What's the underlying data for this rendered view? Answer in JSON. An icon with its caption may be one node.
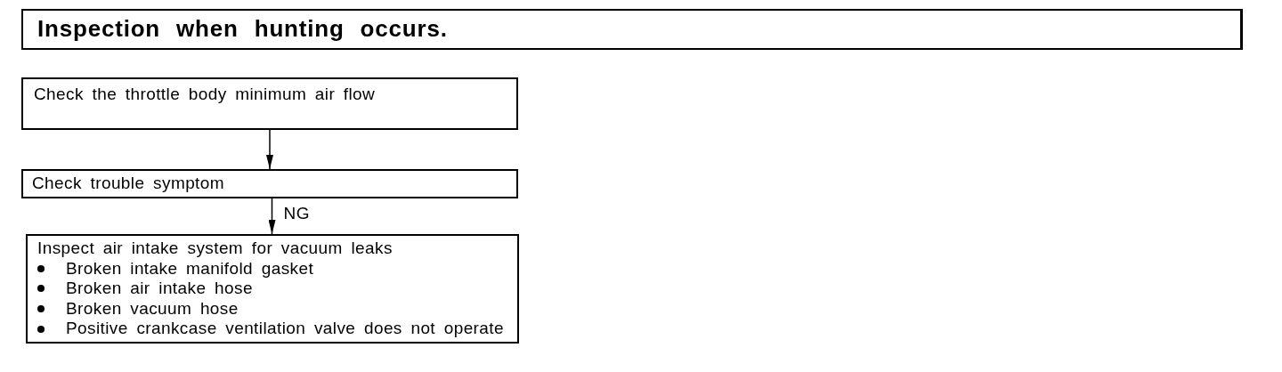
{
  "diagram": {
    "title": "Inspection when hunting occurs.",
    "nodes": [
      {
        "text": [
          "Check the throttle body minimum air flow"
        ]
      },
      {
        "text": [
          "Check trouble symptom"
        ]
      },
      {
        "text": [
          "Inspect air intake system for vacuum leaks",
          "Broken intake manifold gasket",
          "Broken air intake hose",
          "Broken vacuum hose",
          "Positive crankcase ventilation valve does not operate"
        ]
      }
    ],
    "edges": [
      {
        "from": 0,
        "to": 1,
        "arrow": "to"
      },
      {
        "from": 1,
        "to": 2,
        "arrow": "to",
        "label": "NG"
      }
    ]
  }
}
